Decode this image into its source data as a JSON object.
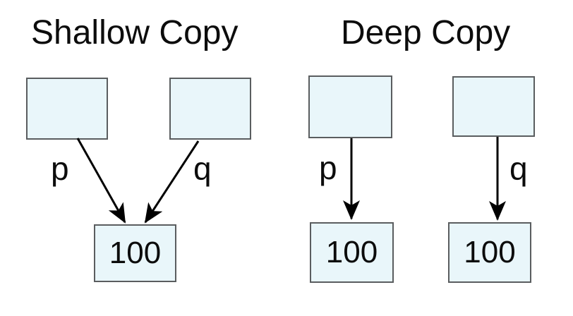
{
  "colors": {
    "background": "#ffffff",
    "box_fill": "#e9f6fa",
    "box_border": "#5a5d5f",
    "arrow": "#000000",
    "text": "#0c0c0c"
  },
  "shallow": {
    "title": "Shallow Copy",
    "pointer_p_label": "p",
    "pointer_q_label": "q",
    "shared_value": "100"
  },
  "deep": {
    "title": "Deep Copy",
    "pointer_p_label": "p",
    "pointer_q_label": "q",
    "value_p": "100",
    "value_q": "100"
  }
}
